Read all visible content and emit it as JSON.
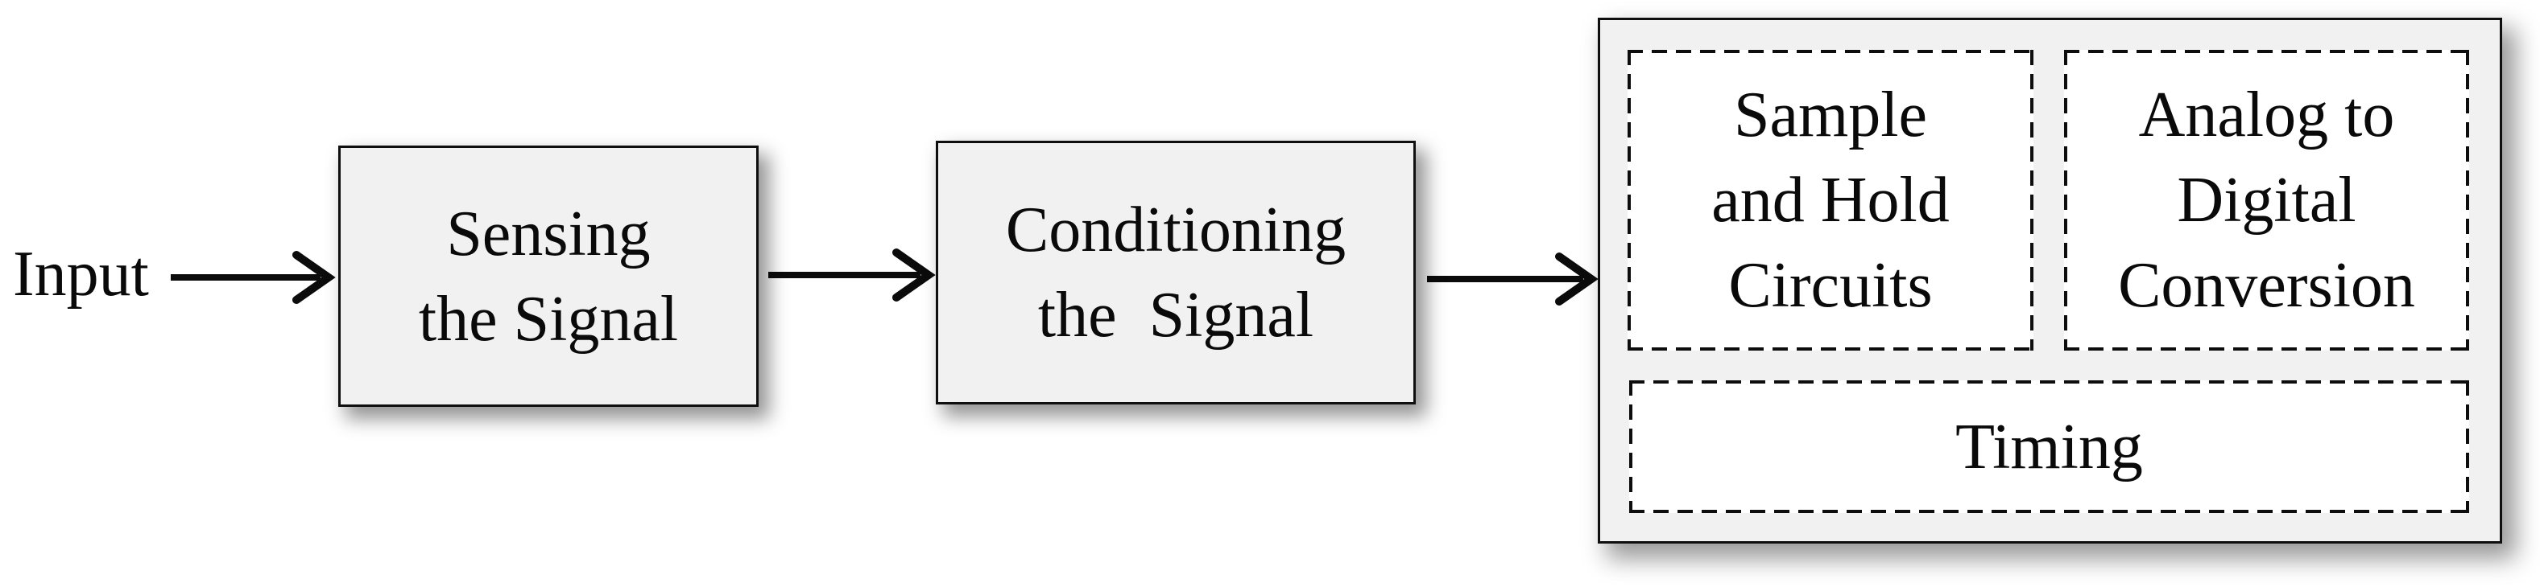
{
  "diagram": {
    "input_label": "Input",
    "blocks": {
      "sensing": {
        "lines": [
          "Sensing",
          "the Signal"
        ]
      },
      "conditioning": {
        "lines": [
          "Conditioning",
          "the  Signal"
        ]
      },
      "sample_hold": {
        "lines": [
          "Sample",
          "and Hold",
          "Circuits"
        ]
      },
      "analog_digital": {
        "lines": [
          "Analog to",
          "Digital",
          "Conversion"
        ]
      },
      "timing": {
        "lines": [
          "Timing"
        ]
      }
    },
    "arrows": [
      {
        "from": "Input",
        "to": "Sensing the Signal"
      },
      {
        "from": "Sensing the Signal",
        "to": "Conditioning the Signal"
      },
      {
        "from": "Conditioning the Signal",
        "to": "Sample and Hold Circuits"
      }
    ],
    "colors": {
      "background": "#ffffff",
      "solid_box_fill": "#f1f1f1",
      "dashed_box_fill": "#ffffff",
      "line_color": "#0b0b0b",
      "text_color": "#0a0a0a"
    }
  }
}
